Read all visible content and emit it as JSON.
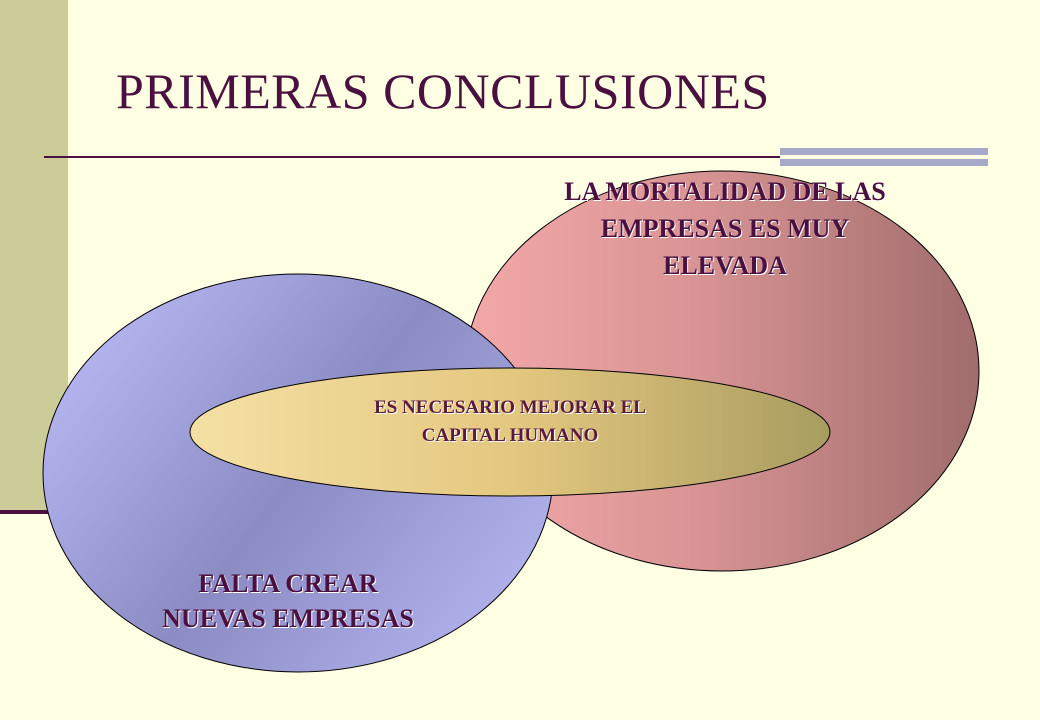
{
  "slide": {
    "title": "PRIMERAS CONCLUSIONES"
  },
  "diagram": {
    "top_right_circle": {
      "line1": "LA MORTALIDAD DE LAS",
      "line2": "EMPRESAS ES MUY",
      "line3": "ELEVADA"
    },
    "bottom_left_circle": {
      "line1": "FALTA CREAR",
      "line2": "NUEVAS EMPRESAS"
    },
    "center_ellipse": {
      "line1": "ES NECESARIO MEJORAR EL",
      "line2": "CAPITAL HUMANO"
    }
  },
  "colors": {
    "background": "#ffffe3",
    "sidebar": "#cccc99",
    "title_text": "#4a1040",
    "red_circle": "#a87070",
    "blue_circle": "#a8a8e8",
    "gold_ellipse": "#d8c070"
  }
}
